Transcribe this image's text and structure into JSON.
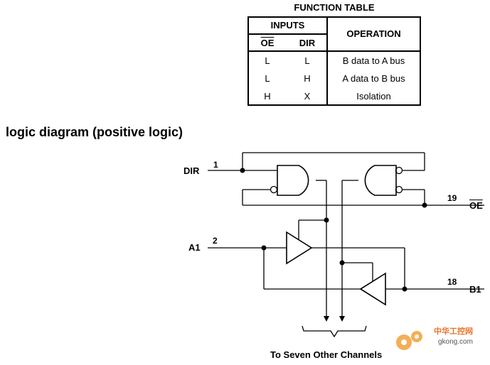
{
  "function_table": {
    "title": "FUNCTION TABLE",
    "inputs_header": "INPUTS",
    "operation_header": "OPERATION",
    "col_oe": "OE",
    "col_dir": "DIR",
    "rows": [
      {
        "oe": "L",
        "dir": "L",
        "operation": "B data to A bus"
      },
      {
        "oe": "L",
        "dir": "H",
        "operation": "A data to B bus"
      },
      {
        "oe": "H",
        "dir": "X",
        "operation": "Isolation"
      }
    ]
  },
  "logic_diagram": {
    "heading": "logic diagram (positive logic)",
    "signals": {
      "dir": {
        "name": "DIR",
        "pin": "1"
      },
      "oe": {
        "name": "OE",
        "pin": "19"
      },
      "a1": {
        "name": "A1",
        "pin": "2"
      },
      "b1": {
        "name": "B1",
        "pin": "18"
      }
    },
    "footer": "To Seven Other Channels"
  },
  "watermark": {
    "text": "中华工控网",
    "url": "gkong.com"
  }
}
